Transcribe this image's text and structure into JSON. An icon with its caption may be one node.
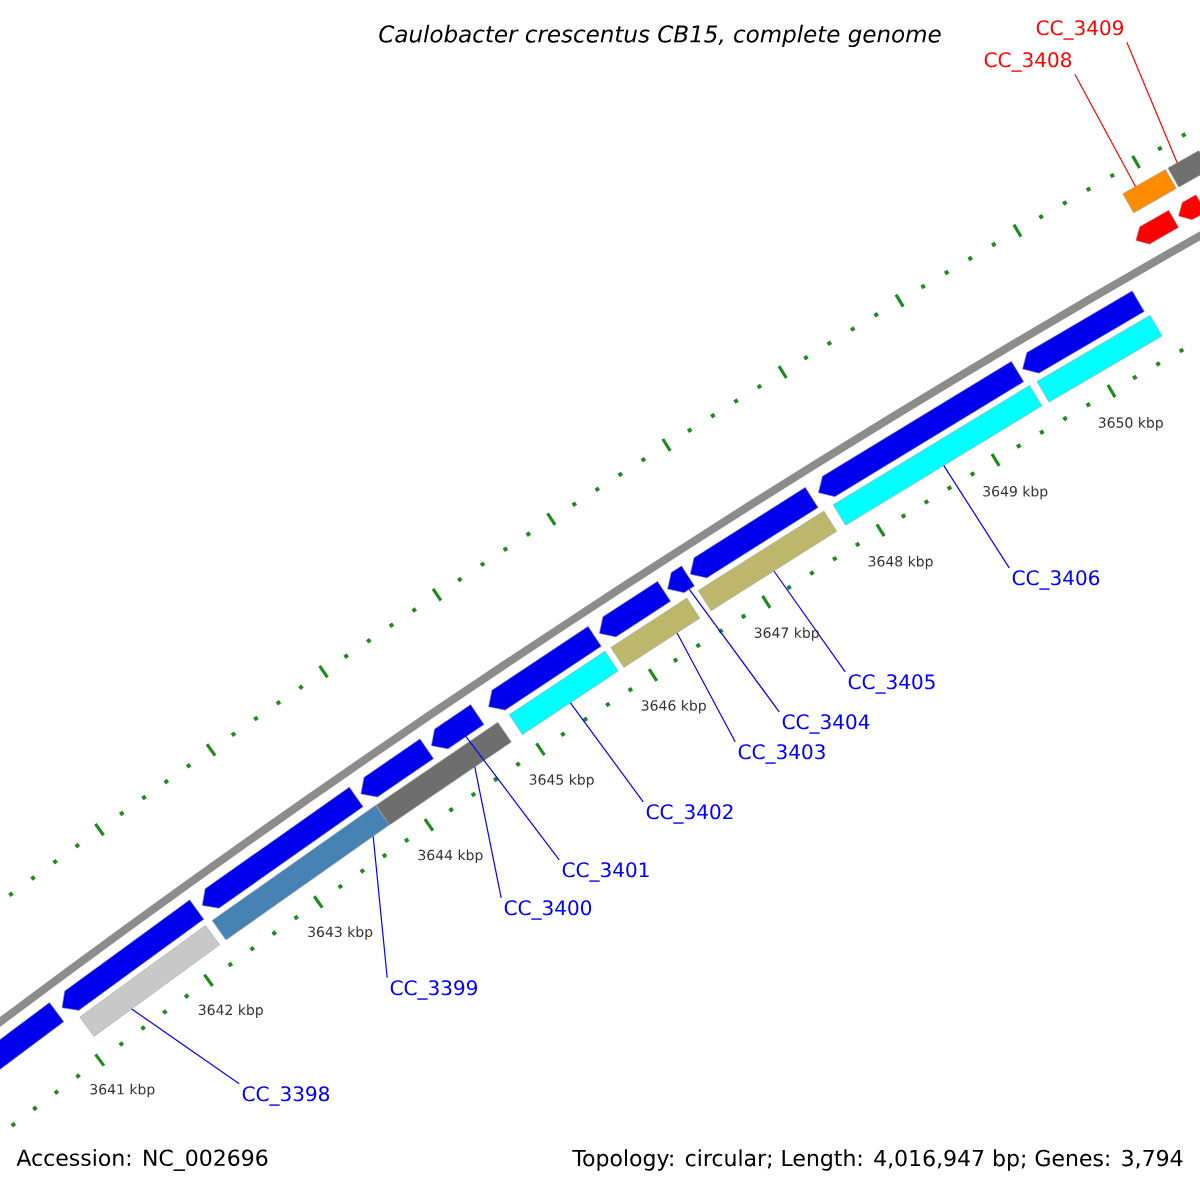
{
  "diagram": {
    "title": "Caulobacter crescentus CB15, complete genome",
    "nodes": [
      {
        "text": [
          "CC_3408"
        ]
      },
      {
        "text": [
          "CC_3409"
        ]
      },
      {
        "text": [
          "CC_3398"
        ]
      },
      {
        "text": [
          "CC_3399"
        ]
      },
      {
        "text": [
          "CC_3400"
        ]
      },
      {
        "text": [
          "CC_3401"
        ]
      },
      {
        "text": [
          "CC_3402"
        ]
      },
      {
        "text": [
          "CC_3403"
        ]
      },
      {
        "text": [
          "CC_3404"
        ]
      },
      {
        "text": [
          "CC_3405"
        ]
      },
      {
        "text": [
          "CC_3406"
        ]
      },
      {
        "text": [],
        "shape": "pentagon"
      },
      {
        "text": [],
        "shape": "pentagon"
      },
      {
        "text": [],
        "shape": "bar"
      },
      {
        "text": [],
        "shape": "pentagon"
      },
      {
        "text": [],
        "shape": "bar"
      },
      {
        "text": [],
        "shape": "pentagon"
      },
      {
        "text": [],
        "shape": "bar"
      },
      {
        "text": [],
        "shape": "pentagon"
      },
      {
        "text": [],
        "shape": "pentagon"
      },
      {
        "text": [],
        "shape": "bar"
      },
      {
        "text": [],
        "shape": "pentagon"
      },
      {
        "text": [],
        "shape": "bar"
      },
      {
        "text": [],
        "shape": "pentagon"
      },
      {
        "text": [],
        "shape": "bar"
      },
      {
        "text": [],
        "shape": "pentagon"
      },
      {
        "text": [],
        "shape": "pentagon"
      },
      {
        "text": [],
        "shape": "bar"
      },
      {
        "text": [],
        "shape": "pentagon"
      },
      {
        "text": [],
        "shape": "bar"
      },
      {
        "text": [],
        "shape": "bar"
      },
      {
        "text": [],
        "shape": "pentagon"
      },
      {
        "text": [],
        "shape": "bar"
      },
      {
        "text": [],
        "shape": "pentagon"
      }
    ],
    "edges": [
      {
        "from": 0,
        "to": 30,
        "arrow": "none",
        "color": "#ff0000"
      },
      {
        "from": 1,
        "to": 32,
        "arrow": "none",
        "color": "#ff0000"
      },
      {
        "from": 2,
        "to": 13,
        "arrow": "none"
      },
      {
        "from": 3,
        "to": 15,
        "arrow": "none"
      },
      {
        "from": 4,
        "to": 17,
        "arrow": "none"
      },
      {
        "from": 5,
        "to": 18,
        "arrow": "none"
      },
      {
        "from": 6,
        "to": 20,
        "arrow": "none"
      },
      {
        "from": 7,
        "to": 22,
        "arrow": "none"
      },
      {
        "from": 8,
        "to": 23,
        "arrow": "none"
      },
      {
        "from": 9,
        "to": 24,
        "arrow": "none"
      },
      {
        "from": 10,
        "to": 27,
        "arrow": "none"
      }
    ],
    "labels": [
      "3641 kbp",
      "3642 kbp",
      "3643 kbp",
      "3644 kbp",
      "3645 kbp",
      "3646 kbp",
      "3647 kbp",
      "3648 kbp",
      "3649 kbp",
      "3650 kbp",
      "Accession: NC_002696",
      "Topology: circular; Length: 4,016,947 bp; Genes: 3,794"
    ]
  }
}
